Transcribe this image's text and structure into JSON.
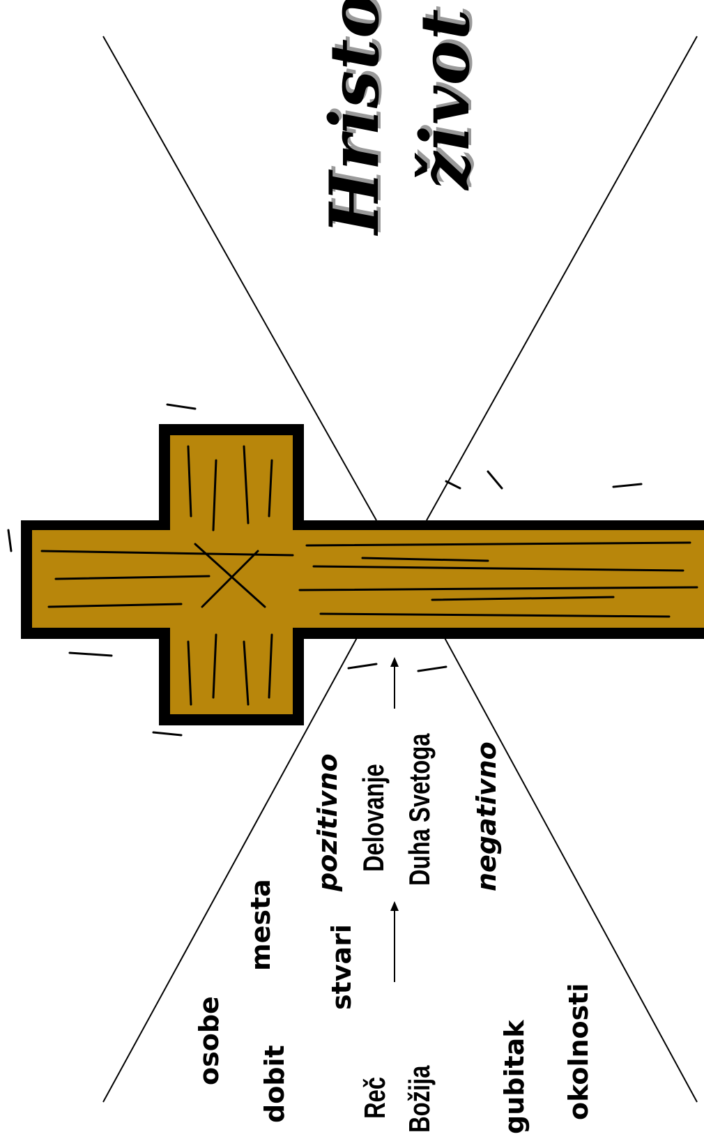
{
  "title": {
    "line1": "Hristov",
    "line2": "život"
  },
  "words": {
    "osobe": "osobe",
    "dobit": "dobit",
    "mesta": "mesta",
    "stvari": "stvari",
    "pozitivno": "pozitivno",
    "rec": "Reč",
    "bozija": "Božija",
    "delovanje": "Delovanje",
    "duha_svetoga": "Duha Svetoga",
    "negativno": "negativno",
    "gubitak": "gubitak",
    "okolnosti": "okolnosti"
  },
  "colors": {
    "wood": "#b8860b",
    "outline": "#000000",
    "shadow": "#9a9a9a"
  },
  "icons": [
    "wooden-cross-icon",
    "arrow-up-icon"
  ]
}
